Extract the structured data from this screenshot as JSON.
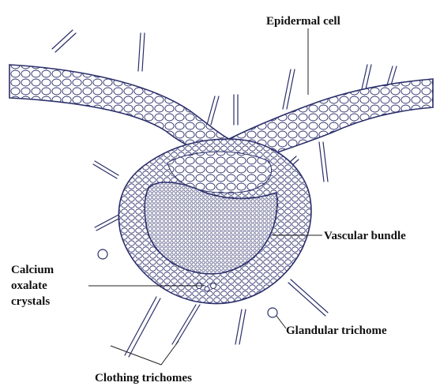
{
  "diagram": {
    "colors": {
      "outline": "#2b2f6a",
      "cell_fill": "#ffffff",
      "leader": "#222222",
      "label": "#111111"
    },
    "labels": {
      "epidermal_cell": "Epidermal cell",
      "vascular_bundle": "Vascular bundle",
      "calcium_oxalate": "Calcium oxalate crystals",
      "glandular_trichome": "Glandular trichome",
      "clothing_trichomes": "Clothing trichomes"
    }
  }
}
